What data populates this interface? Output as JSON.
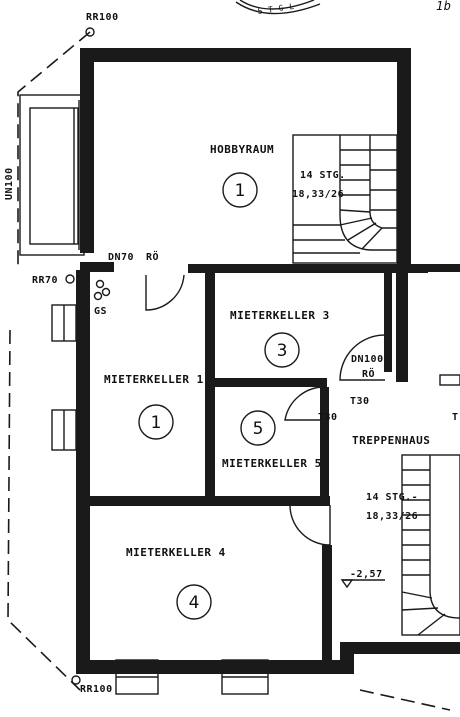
{
  "labels": {
    "rr100_top": "RR100",
    "rr100_bottom": "RR100",
    "rr70": "RR70",
    "un100": "UN100",
    "dn70": "DN70",
    "ro_top": "RÖ",
    "gs": "GS",
    "dn100": "DN100",
    "ro_mid": "RÖ",
    "t30_a": "T30",
    "t30_b": "T30",
    "level": "-2,57",
    "t_right": "T"
  },
  "rooms": {
    "hobbyraum": {
      "name": "HOBBYRAUM",
      "number": "1"
    },
    "mk3": {
      "name": "MIETERKELLER 3",
      "number": "3"
    },
    "mk1": {
      "name": "MIETERKELLER 1",
      "number": "1"
    },
    "mk5": {
      "name": "MIETERKELLER 5",
      "number": "5"
    },
    "mk4": {
      "name": "MIETERKELLER 4",
      "number": "4"
    },
    "treppenhaus": {
      "name": "TREPPENHAUS"
    }
  },
  "stairs": {
    "top": {
      "steps": "14 STG.",
      "ratio": "18,33/26"
    },
    "right": {
      "steps": "14 STG.-",
      "ratio": "18,33/26"
    }
  },
  "stamp": {
    "text": "S T G L"
  },
  "corner_mark": "1b"
}
